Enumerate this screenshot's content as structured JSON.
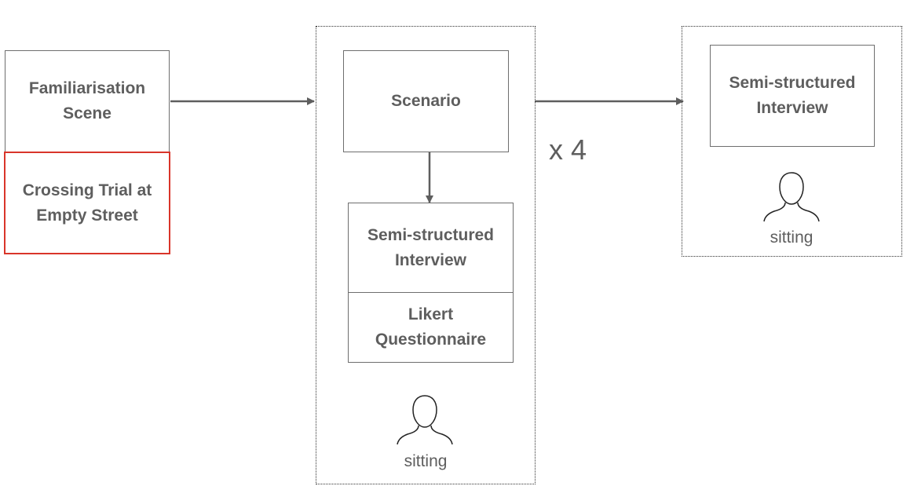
{
  "stage1": {
    "top_label": "Familiarisation\nScene",
    "bottom_label": "Crossing Trial at\nEmpty Street"
  },
  "stage2": {
    "scenario_label": "Scenario",
    "interview_label": "Semi-structured\nInterview",
    "questionnaire_label": "Likert\nQuestionnaire",
    "posture_label": "sitting",
    "person_icon": "person-icon"
  },
  "multiplier": "x 4",
  "stage3": {
    "interview_label": "Semi-structured\nInterview",
    "posture_label": "sitting",
    "person_icon": "person-icon"
  },
  "colors": {
    "box_border": "#6e6e6e",
    "highlight_border": "#d9352a",
    "arrow": "#5e5e5e",
    "text": "#5e5e5e"
  }
}
